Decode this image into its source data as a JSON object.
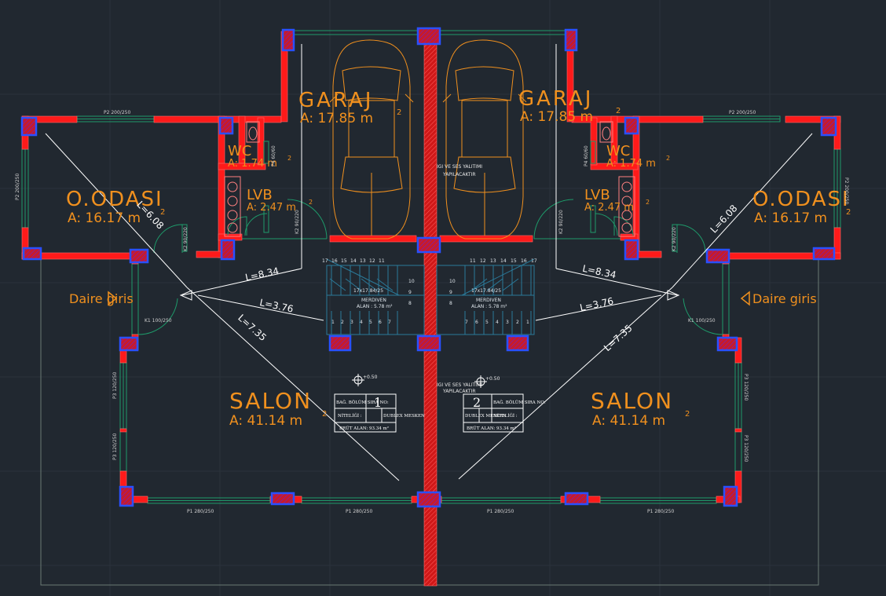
{
  "rooms": {
    "garage_left": {
      "name": "GARAJ",
      "area": "A:  17.85  m",
      "sup": "2"
    },
    "garage_right": {
      "name": "GARAJ",
      "area": "A:  17.85  m",
      "sup": "2"
    },
    "wc_left": {
      "name": "WC",
      "area": "A:  1.74 m",
      "sup": "2"
    },
    "wc_right": {
      "name": "WC",
      "area": "A:  1.74  m",
      "sup": "2"
    },
    "lvb_left": {
      "name": "LVB",
      "area": "A:  2.47  m",
      "sup": "2"
    },
    "lvb_right": {
      "name": "LVB",
      "area": "A:  2.47  m",
      "sup": "2"
    },
    "odasi_left": {
      "name": "O.ODASI",
      "area": "A:  16.17  m",
      "sup": "2"
    },
    "odasi_right": {
      "name": "O.ODASI",
      "area": "A:  16.17  m",
      "sup": "2"
    },
    "salon_left": {
      "name": "SALON",
      "area": "A:  41.14  m",
      "sup": "2"
    },
    "salon_right": {
      "name": "SALON",
      "area": "A:  41.14  m",
      "sup": "2"
    }
  },
  "entrance": {
    "left": "Daire giris",
    "right": "Daire giris"
  },
  "dimensions": {
    "l_608_left": "L=6.08",
    "l_608_right": "L=6.08",
    "l_834_left": "L=8.34",
    "l_834_right": "L=8.34",
    "l_376_left": "L=3.76",
    "l_376_right": "L=3.76",
    "l_735_left": "L=7.35",
    "l_735_right": "L=7.35"
  },
  "windows": {
    "p2_top_left": "P2 200/250",
    "p2_top_right": "P2 200/250",
    "p2_side_left": "P2 200/250",
    "p2_side_right": "P2 200/250",
    "p1_bottom": [
      "P1 280/250",
      "P1 280/250",
      "P1 280/250",
      "P1 280/250"
    ],
    "p3_left_a": "P3 120/250",
    "p3_left_b": "P3 120/250",
    "p3_right_a": "P3 120/250",
    "p3_right_b": "P3 120/250",
    "k1_left": "K1 100/250",
    "k1_right": "K1 100/250",
    "k2_left_odasi": "K2 90/220",
    "k2_left_lvb": "K2 90/220",
    "k2_right_odasi": "K2 90/220",
    "k2_right_lvb": "K2 90/220",
    "p4_left": "P4 60/60",
    "p4_right": "P4 60/60"
  },
  "stairs": {
    "label": "MERDIVEN",
    "area": "ALAN : 5.78 m²",
    "dims": "17x17.84/25",
    "left_top_steps": [
      "17",
      "16",
      "15",
      "14",
      "13",
      "12",
      "11"
    ],
    "left_bottom_steps": [
      "1",
      "2",
      "3",
      "4",
      "5",
      "6",
      "7"
    ],
    "left_landing": [
      "10",
      "9",
      "8"
    ],
    "right_top_steps": [
      "11",
      "12",
      "13",
      "14",
      "15",
      "16",
      "17"
    ],
    "right_bottom_steps": [
      "7",
      "6",
      "5",
      "4",
      "3",
      "2",
      "1"
    ],
    "right_landing": [
      "10",
      "9",
      "8"
    ]
  },
  "notes": {
    "insulation_top_1": "IGI VE SES YALITIMI",
    "insulation_top_2": "YAPILACAKTIR",
    "insulation_bottom_1": "IGI VE SES YALITIMI",
    "insulation_bottom_2": "YAPILACAKTIR",
    "level_left": "+0.50",
    "level_right": "+0.50"
  },
  "tables": {
    "left": {
      "header": "BAĞ. BÖLÜM SIRA NO:",
      "number": "1",
      "nitelik": "NİTELİĞİ :",
      "type": "DUBLEX MESKEN",
      "brut": "BRÜT ALAN: 93.34 m²"
    },
    "right": {
      "header": "BAĞ. BÖLÜM SIRA NO:",
      "number": "2",
      "nitelik": "NİTELİĞİ :",
      "type": "DUBLEX MESKEN",
      "brut": "BRÜT ALAN: 93.34 m²"
    }
  },
  "colors": {
    "background": "#212830",
    "wall": "#ff1a1a",
    "column": "#1a3cff",
    "window": "#1e7a5a",
    "orange": "#f0901e",
    "dim": "#ffffff",
    "stair": "#2a6f8a"
  }
}
